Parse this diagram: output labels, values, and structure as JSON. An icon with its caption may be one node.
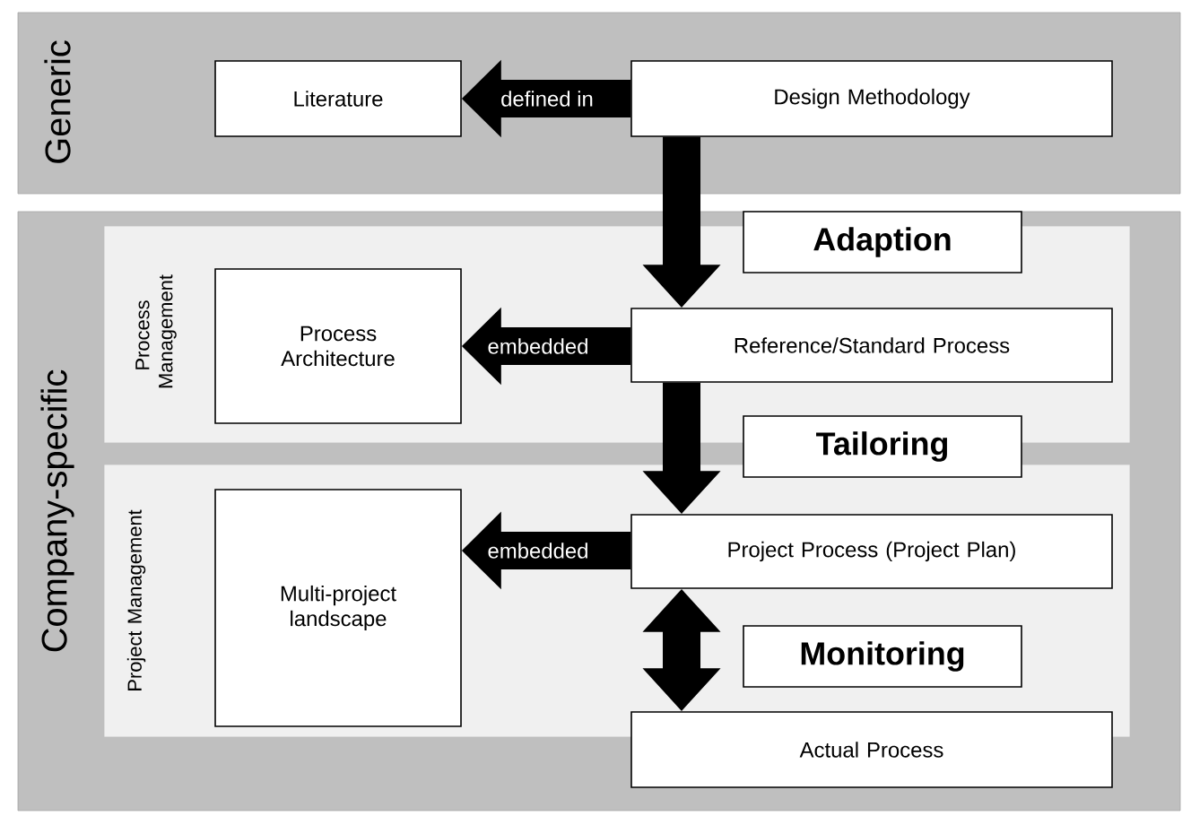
{
  "diagram": {
    "nodes": [
      {
        "text": [
          "Generic"
        ]
      },
      {
        "text": [
          "Literature"
        ],
        "in": 0
      },
      {
        "text": [
          "Design Methodology"
        ],
        "in": 0
      },
      {
        "text": [
          "Company-specific"
        ]
      },
      {
        "text": [
          "Process Management"
        ],
        "in": 3
      },
      {
        "text": [
          "Process Architecture"
        ],
        "in": 4
      },
      {
        "text": [
          "Reference/Standard Process"
        ],
        "in": 4
      },
      {
        "text": [
          "Project Management"
        ],
        "in": 3
      },
      {
        "text": [
          "Multi-project landscape"
        ],
        "in": 7
      },
      {
        "text": [
          "Project Process (Project Plan)"
        ],
        "in": 7
      },
      {
        "text": [
          "Actual Process"
        ],
        "in": 3
      }
    ],
    "edges": [
      {
        "from": 2,
        "to": 1,
        "arrow": "to",
        "label": "defined in"
      },
      {
        "from": 2,
        "to": 6,
        "arrow": "to",
        "label": "Adaption"
      },
      {
        "from": 6,
        "to": 5,
        "arrow": "to",
        "label": "embedded"
      },
      {
        "from": 6,
        "to": 9,
        "arrow": "to",
        "label": "Tailoring"
      },
      {
        "from": 9,
        "to": 8,
        "arrow": "to",
        "label": "embedded"
      },
      {
        "from": 9,
        "to": 10,
        "arrow": "both",
        "label": "Monitoring"
      }
    ]
  }
}
